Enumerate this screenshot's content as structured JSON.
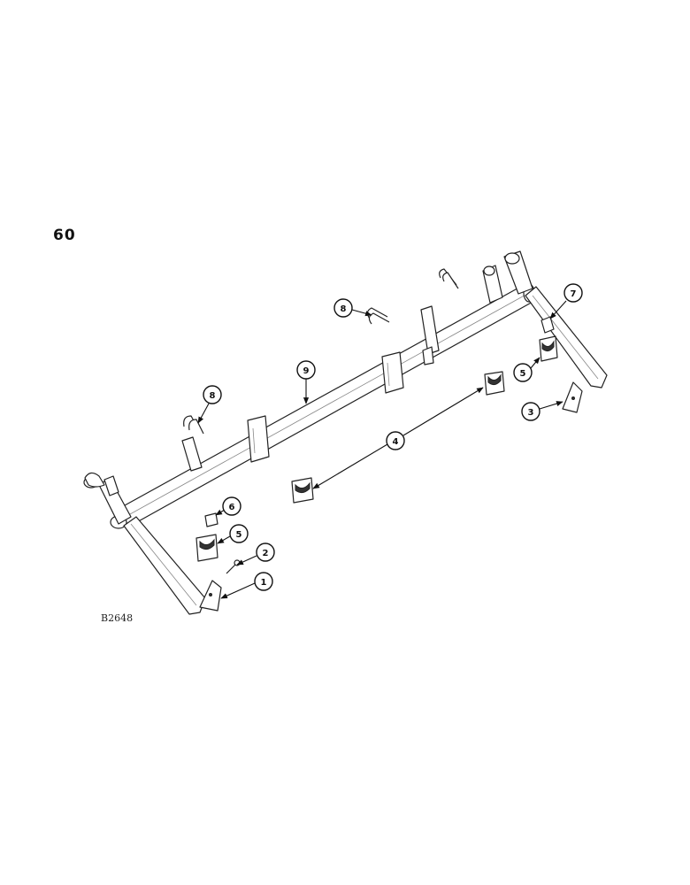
{
  "page_number": "60",
  "drawing_code": "B2648",
  "callouts": [
    {
      "id": "1",
      "label": "1"
    },
    {
      "id": "2",
      "label": "2"
    },
    {
      "id": "3",
      "label": "3"
    },
    {
      "id": "4",
      "label": "4"
    },
    {
      "id": "5a",
      "label": "5"
    },
    {
      "id": "5b",
      "label": "5"
    },
    {
      "id": "6",
      "label": "6"
    },
    {
      "id": "7",
      "label": "7"
    },
    {
      "id": "8a",
      "label": "8"
    },
    {
      "id": "8b",
      "label": "8"
    },
    {
      "id": "9",
      "label": "9"
    }
  ]
}
